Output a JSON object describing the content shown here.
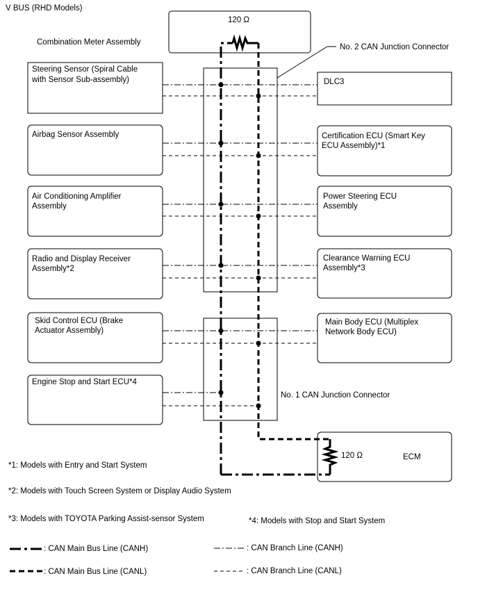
{
  "title": "V BUS (RHD Models)",
  "combination_meter": "Combination Meter Assembly",
  "resistor_top": "120 Ω",
  "resistor_ecm": "120 Ω",
  "junction2": "No. 2 CAN Junction Connector",
  "junction1": "No. 1 CAN Junction Connector",
  "ecm": "ECM",
  "left_boxes": [
    {
      "line1": "Steering Sensor (Spiral Cable",
      "line2": "with Sensor Sub-assembly)"
    },
    {
      "line1": "Airbag Sensor Assembly",
      "line2": ""
    },
    {
      "line1": "Air Conditioning Amplifier",
      "line2": "Assembly"
    },
    {
      "line1": "Radio and Display Receiver",
      "line2": "Assembly*2"
    },
    {
      "line1": "Skid Control ECU (Brake",
      "line2": "Actuator Assembly)"
    },
    {
      "line1": "Engine Stop and Start ECU*4",
      "line2": ""
    }
  ],
  "right_boxes": [
    {
      "line1": "DLC3",
      "line2": ""
    },
    {
      "line1": "Certification ECU (Smart Key",
      "line2": "ECU Assembly)*1"
    },
    {
      "line1": "Power Steering ECU",
      "line2": "Assembly"
    },
    {
      "line1": "Clearance Warning ECU",
      "line2": "Assembly*3"
    },
    {
      "line1": "Main Body ECU (Multiplex",
      "line2": "Network Body ECU)"
    }
  ],
  "notes": {
    "n1": "*1: Models with Entry and Start System",
    "n2": "*2: Models with Touch Screen System or Display Audio System",
    "n3": "*3: Models with TOYOTA Parking Assist-sensor System",
    "n4": "*4: Models with Stop and Start System"
  },
  "legend": {
    "main_canh": ": CAN Main Bus Line (CANH)",
    "main_canl": ": CAN Main Bus Line (CANL)",
    "branch_canh": ": CAN Branch Line (CANH)",
    "branch_canl": ": CAN Branch Line (CANL)"
  }
}
